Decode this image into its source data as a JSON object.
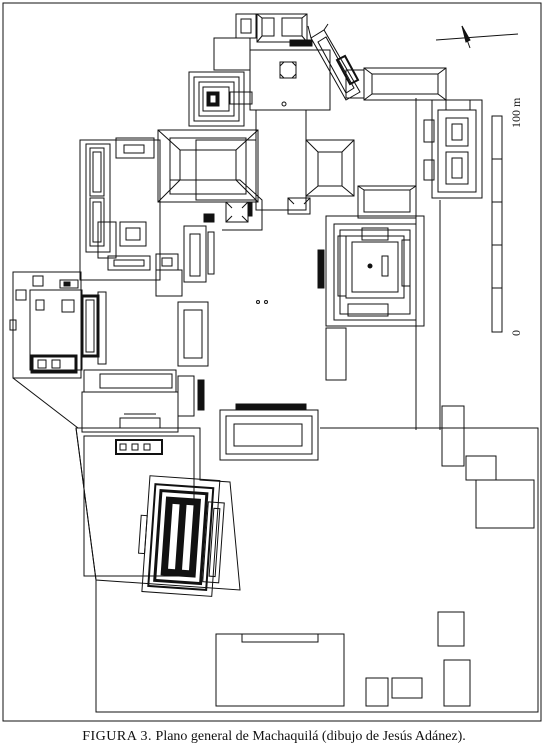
{
  "caption": {
    "figure_label": "FIGURA 3.",
    "text": "Plano general de Machaquilá (dibujo de Jesús Adánez)."
  },
  "scale_bar": {
    "top_label": "100 m",
    "bottom_label": "0"
  },
  "north_arrow": {
    "icon": "north-arrow-icon"
  },
  "colors": {
    "line": "#111111",
    "background": "#ffffff"
  }
}
